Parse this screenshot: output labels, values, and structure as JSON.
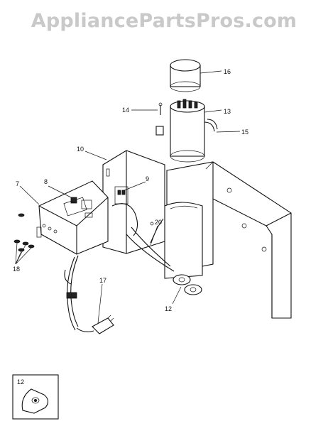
{
  "watermark": "AppliancePartsPros.com",
  "callouts": {
    "c7": "7",
    "c8": "8",
    "c9": "9",
    "c10": "10",
    "c12a": "12",
    "c12b": "12",
    "c13": "13",
    "c14": "14",
    "c15": "15",
    "c16": "16",
    "c17": "17",
    "c18": "18",
    "c20": "20"
  },
  "colors": {
    "line": "#111111",
    "watermark": "#c9c9c9",
    "background": "#ffffff"
  }
}
